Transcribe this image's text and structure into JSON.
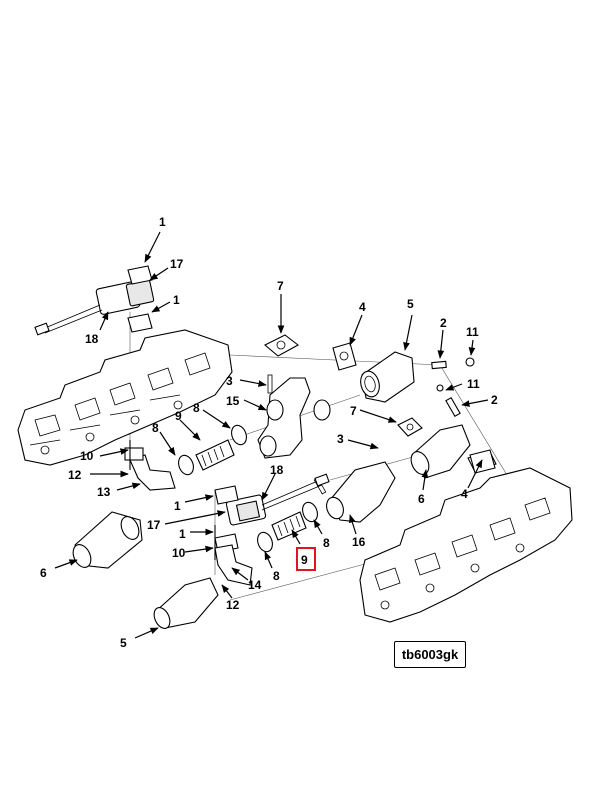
{
  "drawing_reference": "tb6003gk",
  "highlighted_callout": "9",
  "callouts": [
    "1",
    "17",
    "1",
    "18",
    "7",
    "4",
    "5",
    "2",
    "11",
    "3",
    "15",
    "9",
    "8",
    "11",
    "2",
    "8",
    "10",
    "12",
    "13",
    "7",
    "3",
    "6",
    "4",
    "18",
    "1",
    "17",
    "1",
    "10",
    "16",
    "8",
    "9",
    "8",
    "6",
    "14",
    "12",
    "5"
  ],
  "colors": {
    "highlight": "#e0141e",
    "line": "#000000"
  }
}
